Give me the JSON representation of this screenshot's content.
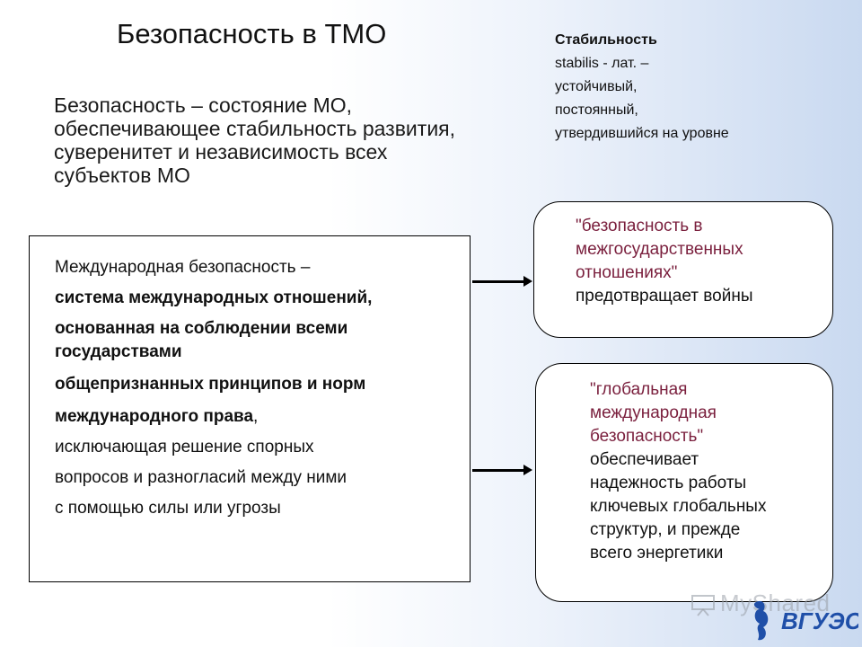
{
  "title": "Безопасность в ТМО",
  "definition": "Безопасность – состояние МО, обеспечивающее стабильность развития, суверенитет и независимость всех субъектов МО",
  "stability": {
    "term": "Стабильность",
    "lines": [
      "stabilis - лат. –",
      "устойчивый,",
      "постоянный,",
      "утвердившийся на уровне"
    ]
  },
  "international_box": {
    "line1": "Международная безопасность –",
    "line2": "система международных отношений,",
    "line3": "основанная на соблюдении всеми",
    "line4": "государствами",
    "line5": "общепризнанных принципов и норм",
    "line6_bold": "международного права",
    "line6_rest": ",",
    "line7": "исключающая решение спорных",
    "line8": "вопросов и разногласий между ними",
    "line9": "с помощью силы или угрозы"
  },
  "interstate_box": {
    "q1": "\"безопасность в",
    "q2": "межгосударственных",
    "q3": "отношениях\"",
    "rest": "предотвращает войны"
  },
  "global_box": {
    "q1": "\"глобальная",
    "q2": "международная",
    "q3": "безопасность\"",
    "r1": "обеспечивает",
    "r2": "надежность работы",
    "r3": "ключевых глобальных",
    "r4": "структур, и прежде",
    "r5": "всего энергетики"
  },
  "watermark": "MyShared",
  "logo_text": "ВГУЭС",
  "colors": {
    "highlight": "#7a1f3d",
    "logo": "#1f4fa8"
  }
}
